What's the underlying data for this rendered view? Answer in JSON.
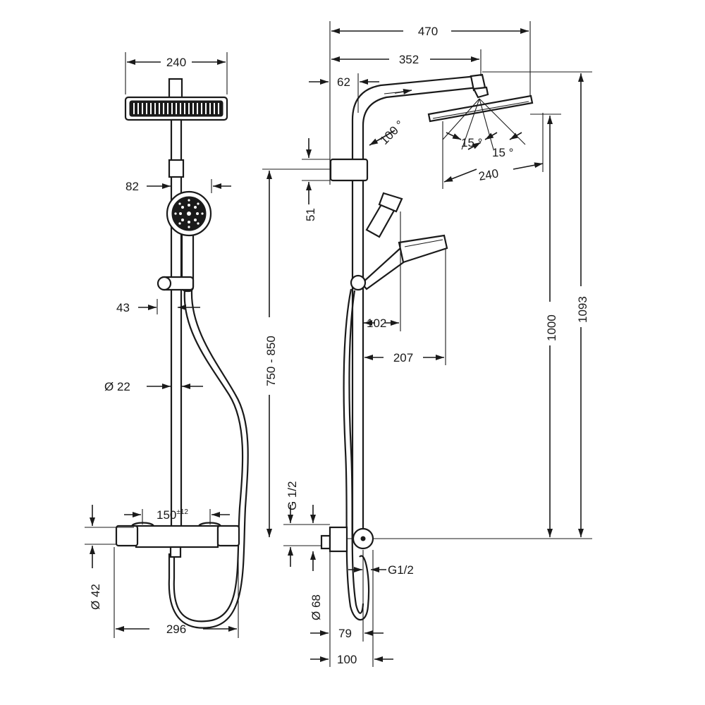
{
  "front_view": {
    "width_240": "240",
    "handshower_offset": "82",
    "holder_offset": "43",
    "pipe_dia": "Ø 22",
    "centers": "150",
    "centers_tol": "±12",
    "body_dia": "Ø 42",
    "body_width": "296"
  },
  "side_view": {
    "projection": "470",
    "arm": "352",
    "pipe_to_wall": "62",
    "angle_100": "100 °",
    "tilt_left": "15 °",
    "tilt_right": "15 °",
    "head_width": "240",
    "slider_height": "51",
    "adjust_range": "750 - 850",
    "handshower_102": "102",
    "handshower_207": "207",
    "height_1000": "1000",
    "height_1093": "1093",
    "thread_top": "G 1/2",
    "thread_side": "G1/2",
    "inlet_dia": "Ø 68",
    "depth_79": "79",
    "depth_100": "100"
  }
}
